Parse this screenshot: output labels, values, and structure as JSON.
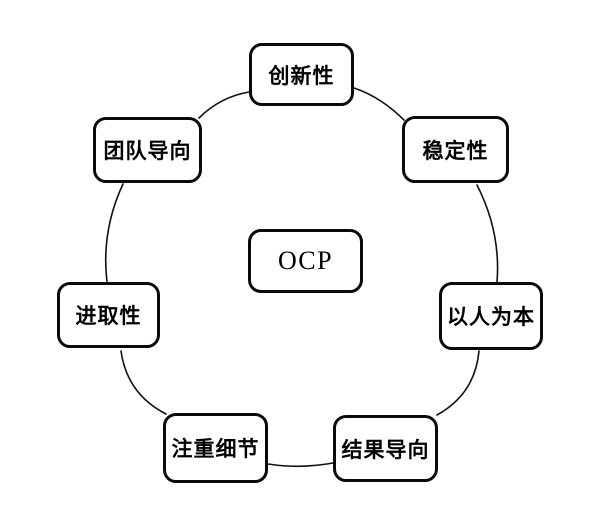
{
  "diagram": {
    "title": "OCP organizational culture cycle diagram",
    "center": {
      "label": "OCP"
    },
    "nodes": [
      {
        "id": "innovation",
        "label": "创新性",
        "position": "top"
      },
      {
        "id": "stability",
        "label": "稳定性",
        "position": "top-right"
      },
      {
        "id": "people-oriented",
        "label": "以人为本",
        "position": "right"
      },
      {
        "id": "results-oriented",
        "label": "结果导向",
        "position": "bottom-right"
      },
      {
        "id": "attention-to-detail",
        "label": "注重细节",
        "position": "bottom-left"
      },
      {
        "id": "enterprising",
        "label": "进取性",
        "position": "left"
      },
      {
        "id": "team-oriented",
        "label": "团队导向",
        "position": "top-left"
      }
    ],
    "colors": {
      "background": "#ffffff",
      "box_fill": "#ffffff",
      "box_border": "#0a0a0a",
      "connector": "#111111",
      "text": "#000000"
    }
  }
}
